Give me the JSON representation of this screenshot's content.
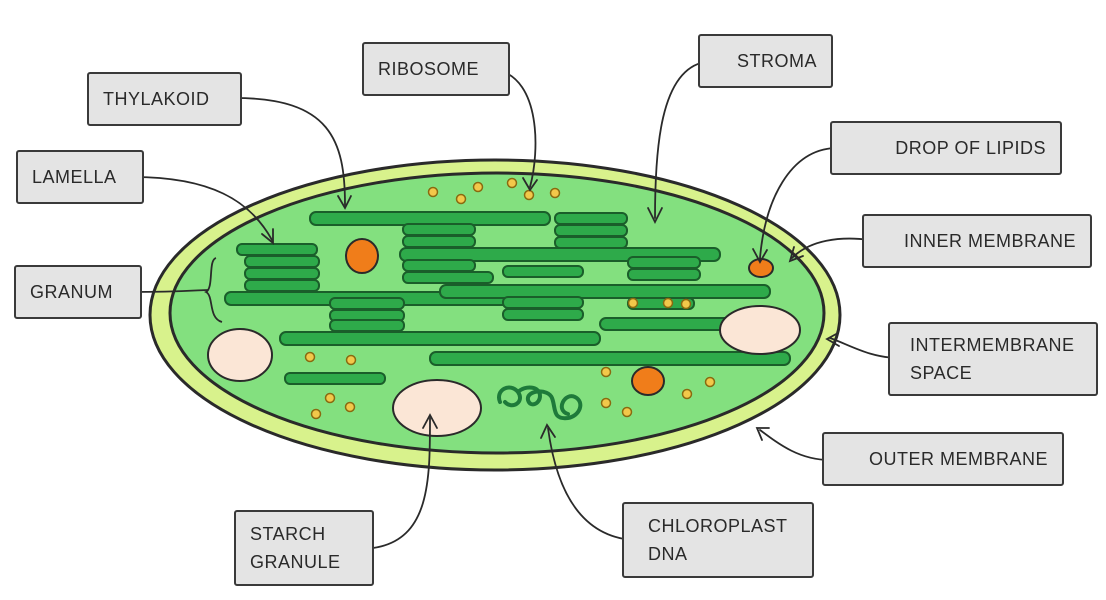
{
  "diagram": {
    "labels": {
      "thylakoid": "THYLAKOID",
      "ribosome": "RIBOSOME",
      "stroma": "STROMA",
      "drop_of_lipids": "DROP  OF  LIPIDS",
      "lamella": "LAMELLA",
      "inner_membrane": "INNER  MEMBRANE",
      "granum": "GRANUM",
      "intermembrane_space": "INTERMEMBRANE\nSPACE",
      "outer_membrane": "OUTER  MEMBRANE",
      "starch_granule": "STARCH\nGRANULE",
      "chloroplast_dna": "CHLOROPLAST\nDNA"
    },
    "colors": {
      "outer_membrane": "#d8f28c",
      "stroma": "#83e07f",
      "thylakoid": "#2eaa4a",
      "starch": "#fbe6d6",
      "lipid": "#f07d1a",
      "ribosome": "#f2c84a",
      "label_bg": "#e4e4e4",
      "outline": "#2a2a2a"
    }
  }
}
